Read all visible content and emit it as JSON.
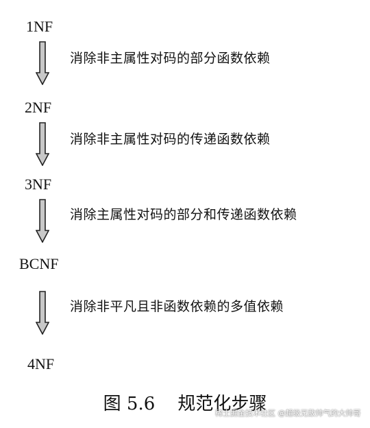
{
  "forms": {
    "f1": "1NF",
    "f2": "2NF",
    "f3": "3NF",
    "bcnf": "BCNF",
    "f4": "4NF"
  },
  "steps": {
    "s1": "消除非主属性对码的部分函数依赖",
    "s2": "消除非主属性对码的传递函数依赖",
    "s3": "消除主属性对码的部分和传递函数依赖",
    "s4": "消除非平凡且非函数依赖的多值依赖"
  },
  "caption": "图 5.6    规范化步骤",
  "watermark": "稀土掘金技术社区 @超级无敌帅气的大帅哥",
  "colors": {
    "arrow_fill": "#c8c8c8",
    "arrow_stroke": "#222222",
    "text": "#111111"
  }
}
